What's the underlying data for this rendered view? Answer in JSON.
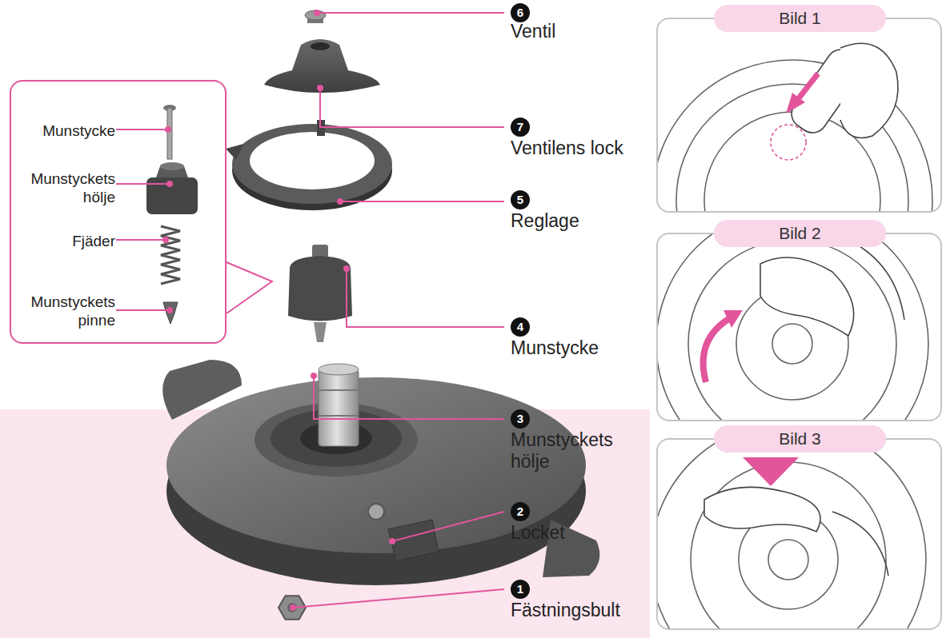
{
  "diagram": {
    "nodes": [
      {
        "text": [
          "Munstycke",
          "Munstyckets hölje",
          "Fjäder",
          "Munstyckets pinne"
        ]
      },
      {
        "text": [
          "Bild 1"
        ]
      },
      {
        "text": [
          "Bild 2"
        ]
      },
      {
        "text": [
          "Bild 3"
        ]
      }
    ],
    "labels": [
      "6",
      "Ventil",
      "7",
      "Ventilens lock",
      "5",
      "Reglage",
      "4",
      "Munstycke",
      "3",
      "Munstyckets hölje",
      "2",
      "Locket",
      "1",
      "Fästningsbult"
    ]
  }
}
